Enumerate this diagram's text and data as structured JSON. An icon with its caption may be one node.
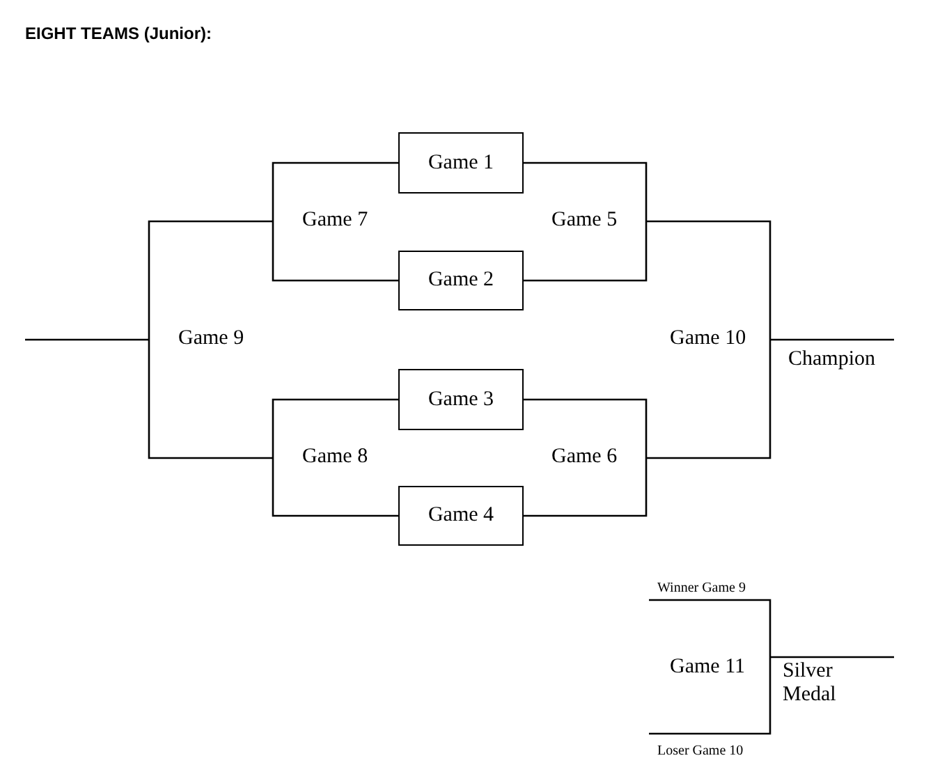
{
  "diagram": {
    "title": "EIGHT TEAMS (Junior):",
    "nodes": [
      {
        "text": [
          "Game 1"
        ]
      },
      {
        "text": [
          "Game 7"
        ]
      },
      {
        "text": [
          "Game 5"
        ]
      },
      {
        "text": [
          "Game 2"
        ]
      },
      {
        "text": [
          "Game 9"
        ]
      },
      {
        "text": [
          "Game 10"
        ]
      },
      {
        "text": [
          "Champion"
        ]
      },
      {
        "text": [
          "Game 3"
        ]
      },
      {
        "text": [
          "Game 8"
        ]
      },
      {
        "text": [
          "Game 6"
        ]
      },
      {
        "text": [
          "Game 4"
        ]
      },
      {
        "text": [
          "Winner Game 9"
        ]
      },
      {
        "text": [
          "Game 11"
        ]
      },
      {
        "text": [
          "Silver Medal"
        ]
      },
      {
        "text": [
          "Loser Game 10"
        ]
      }
    ],
    "edges": [
      {
        "from": 0,
        "to": 1,
        "arrow": "none"
      },
      {
        "from": 3,
        "to": 1,
        "arrow": "none"
      },
      {
        "from": 0,
        "to": 2,
        "arrow": "none"
      },
      {
        "from": 3,
        "to": 2,
        "arrow": "none"
      },
      {
        "from": 1,
        "to": 4,
        "arrow": "none"
      },
      {
        "from": 8,
        "to": 4,
        "arrow": "none"
      },
      {
        "from": 2,
        "to": 5,
        "arrow": "none"
      },
      {
        "from": 9,
        "to": 5,
        "arrow": "none"
      },
      {
        "from": 7,
        "to": 8,
        "arrow": "none"
      },
      {
        "from": 10,
        "to": 8,
        "arrow": "none"
      },
      {
        "from": 7,
        "to": 9,
        "arrow": "none"
      },
      {
        "from": 10,
        "to": 9,
        "arrow": "none"
      },
      {
        "from": 4,
        "to": null,
        "arrow": "none"
      },
      {
        "from": 5,
        "to": 6,
        "arrow": "none"
      },
      {
        "from": 11,
        "to": 12,
        "arrow": "none"
      },
      {
        "from": 14,
        "to": 12,
        "arrow": "none"
      },
      {
        "from": 12,
        "to": 13,
        "arrow": "none"
      }
    ]
  }
}
